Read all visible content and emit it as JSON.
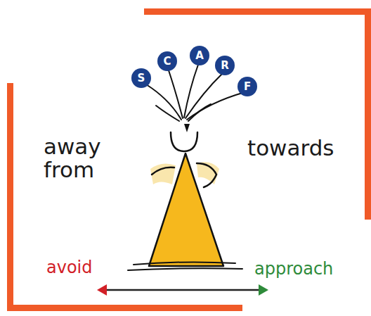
{
  "diagram": {
    "nodes": [
      {
        "text": [
          "S"
        ]
      },
      {
        "text": [
          "C"
        ]
      },
      {
        "text": [
          "A"
        ]
      },
      {
        "text": [
          "R"
        ]
      },
      {
        "text": [
          "F"
        ]
      }
    ],
    "labels": [
      "away from",
      "towards",
      "avoid",
      "approach"
    ]
  }
}
